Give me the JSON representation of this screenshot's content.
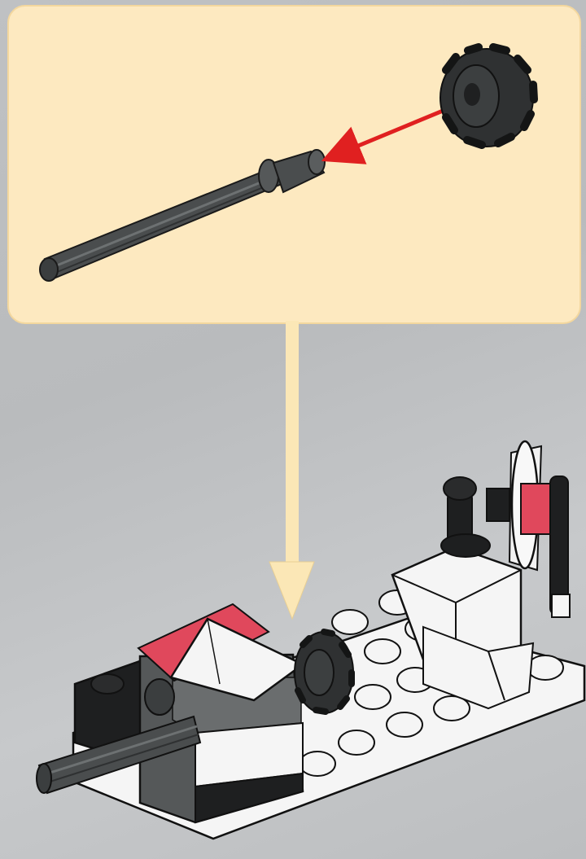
{
  "page": {
    "background_color": "#bfc1c3"
  },
  "callout": {
    "panel_color": "#fde9c0",
    "panel_border_color": "#f3d79e",
    "connector_color": "#fbe7b6",
    "parts": [
      {
        "name": "axle",
        "color": "#4a4d4e",
        "icon": "technic-axle"
      },
      {
        "name": "gear",
        "color": "#2f3132",
        "icon": "technic-gear"
      }
    ],
    "arrow_color": "#e02020",
    "arrow_direction": "gear-to-axle-end"
  },
  "model": {
    "colors": {
      "white": "#f5f5f5",
      "dark_gray": "#555859",
      "black": "#1e1f20",
      "trans_red": "#e0485c",
      "trans_clear": "#f2f2f2",
      "outline": "#111111"
    },
    "studs_on_base_plate": 14
  }
}
